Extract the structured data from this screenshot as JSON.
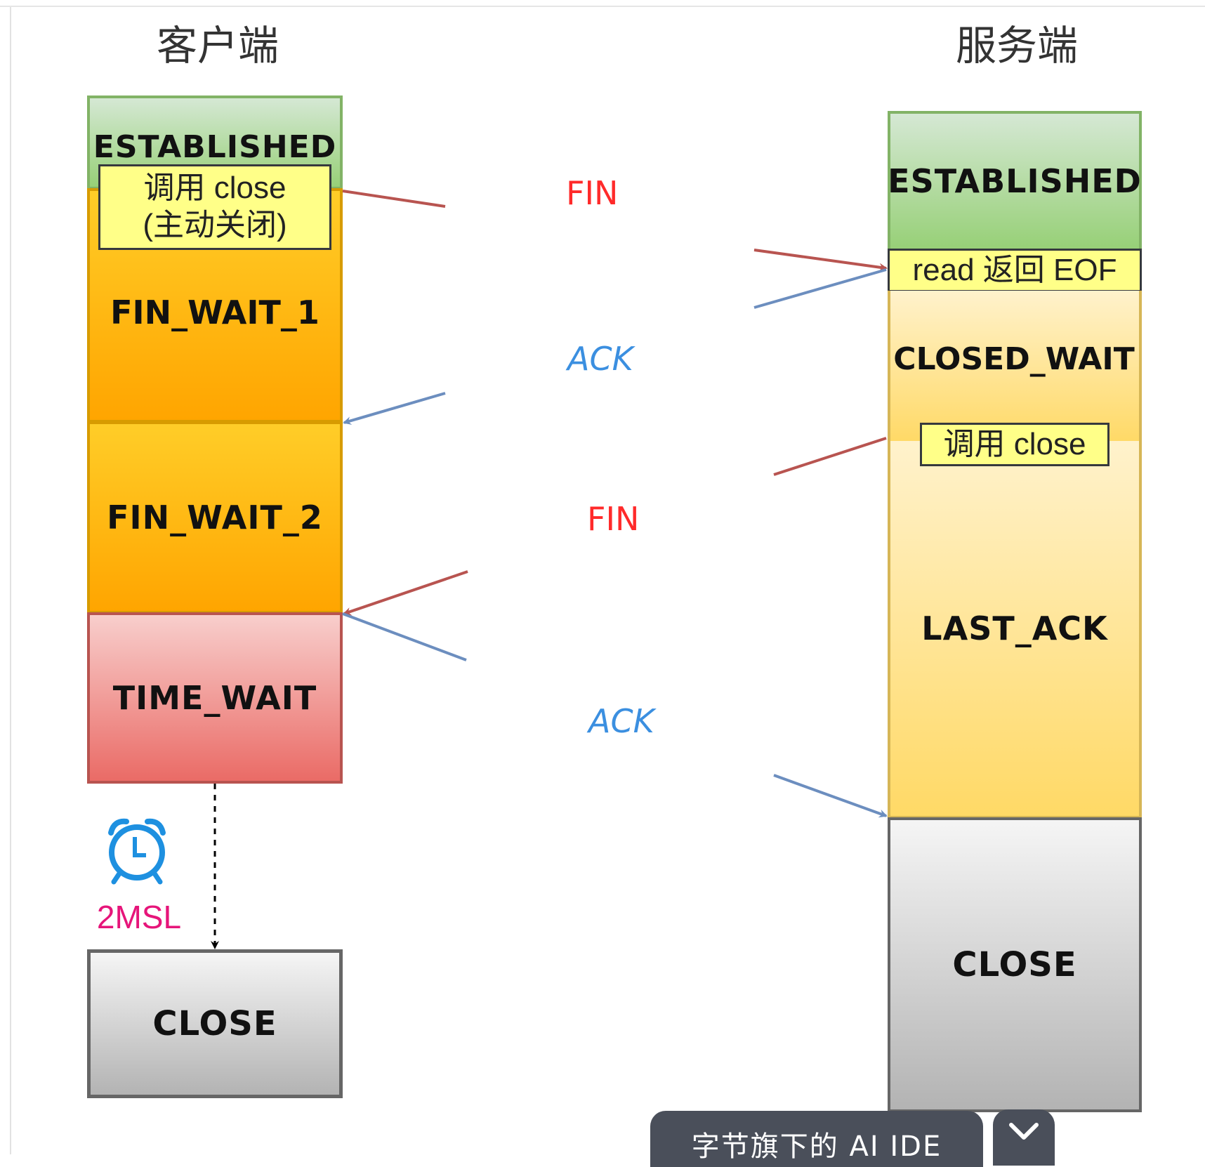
{
  "headers": {
    "client": "客户端",
    "server": "服务端"
  },
  "client": {
    "established": "ESTABLISHED",
    "note": [
      "调用 close",
      "(主动关闭)"
    ],
    "fin_wait_1": "FIN_WAIT_1",
    "fin_wait_2": "FIN_WAIT_2",
    "time_wait": "TIME_WAIT",
    "timer_label": "2MSL",
    "close": "CLOSE"
  },
  "server": {
    "established": "ESTABLISHED",
    "note_read": "read 返回 EOF",
    "closed_wait": "CLOSED_WAIT",
    "note_close": "调用 close",
    "last_ack": "LAST_ACK",
    "close": "CLOSE"
  },
  "messages": {
    "fin1": "FIN",
    "ack1": "ACK",
    "fin2": "FIN",
    "ack2": "ACK"
  },
  "colors": {
    "fin": "#ff2a2a",
    "ack": "#3b8fe0",
    "fin_arrow": "#b85450",
    "ack_arrow": "#6c8ebf",
    "timer": "#1e90e0",
    "timer_text": "#e6157a"
  },
  "overlay": {
    "promo": "字节旗下的 AI IDE",
    "toggle_icon": "chevron-down-icon"
  }
}
